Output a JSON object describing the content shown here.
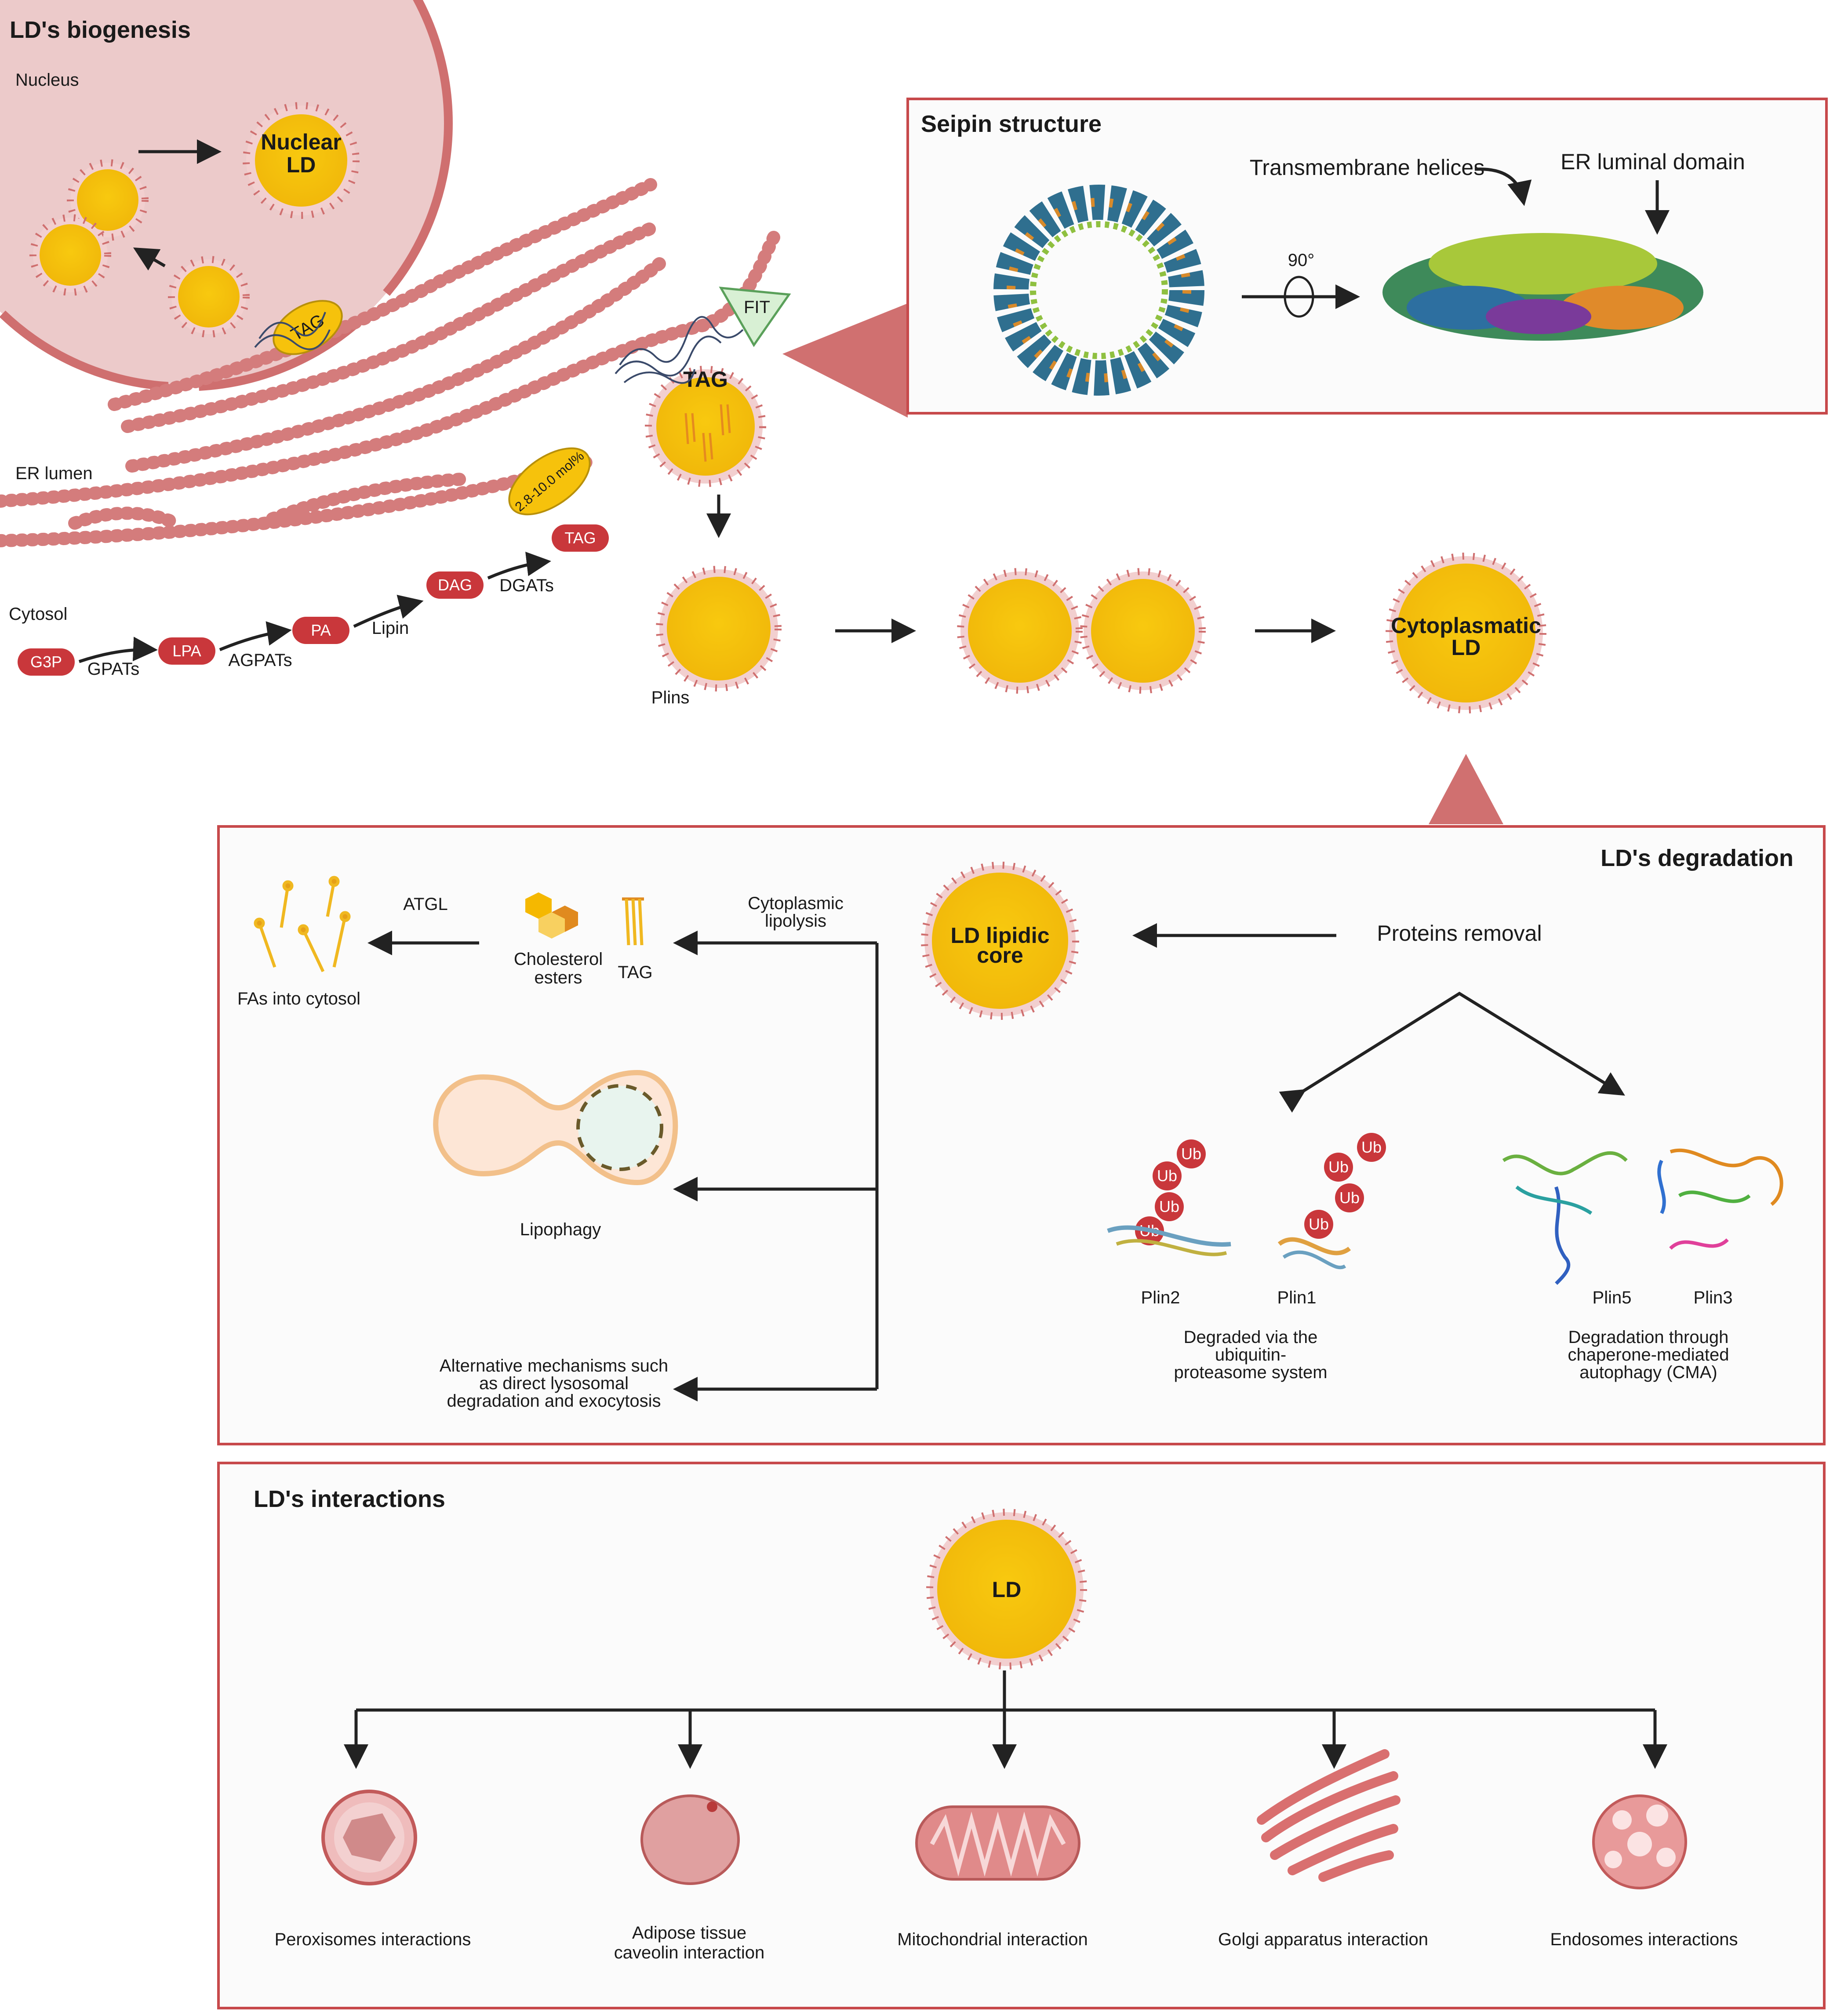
{
  "biogenesis": {
    "title": "LD's biogenesis",
    "nucleus": "Nucleus",
    "nuclear_ld_line1": "Nuclear",
    "nuclear_ld_line2": "LD",
    "tag_er": "TAG",
    "tag_main": "TAG",
    "fit": "FIT",
    "er_lumen": "ER lumen",
    "cytosol": "Cytosol",
    "molpct": "2.8-10.0 mol%",
    "pathway": {
      "g3p": "G3P",
      "gpats": "GPATs",
      "lpa": "LPA",
      "agpats": "AGPATs",
      "pa": "PA",
      "lipin": "Lipin",
      "dag": "DAG",
      "dgats": "DGATs",
      "tag": "TAG"
    },
    "plins": "Plins",
    "cyto_ld_line1": "Cytoplasmatic",
    "cyto_ld_line2": "LD"
  },
  "seipin": {
    "title": "Seipin structure",
    "transmembrane": "Transmembrane helices",
    "luminal": "ER luminal domain",
    "rotation": "90°"
  },
  "degradation": {
    "title": "LD's degradation",
    "atgl": "ATGL",
    "fas": "FAs into cytosol",
    "cholesterol_line1": "Cholesterol",
    "cholesterol_line2": "esters",
    "tag": "TAG",
    "cyto_lipolysis_line1": "Cytoplasmic",
    "cyto_lipolysis_line2": "lipolysis",
    "core_line1": "LD lipidic",
    "core_line2": "core",
    "proteins_removal": "Proteins removal",
    "lipophagy": "Lipophagy",
    "alt_line1": "Alternative mechanisms such",
    "alt_line2": "as direct lysosomal",
    "alt_line3": "degradation and exocytosis",
    "ub": "Ub",
    "plin2": "Plin2",
    "plin1": "Plin1",
    "plin5": "Plin5",
    "plin3": "Plin3",
    "ups_line1": "Degraded via the",
    "ups_line2": "ubiquitin-",
    "ups_line3": "proteasome system",
    "cma_line1": "Degradation through",
    "cma_line2": "chaperone-mediated",
    "cma_line3": "autophagy (CMA)"
  },
  "interactions": {
    "title": "LD's interactions",
    "ld": "LD",
    "peroxisomes": "Peroxisomes interactions",
    "adipose_line1": "Adipose tissue",
    "adipose_line2": "caveolin interaction",
    "mitochondrial": "Mitochondrial interaction",
    "golgi": "Golgi apparatus interaction",
    "endosomes": "Endosomes interactions"
  },
  "colors": {
    "membrane": "#cf6f6f",
    "lipid_core": "#f6c20c",
    "panel_border": "#c7494b",
    "pathway_pill": "#c9373b",
    "fit_green": "#d8f0d4"
  }
}
